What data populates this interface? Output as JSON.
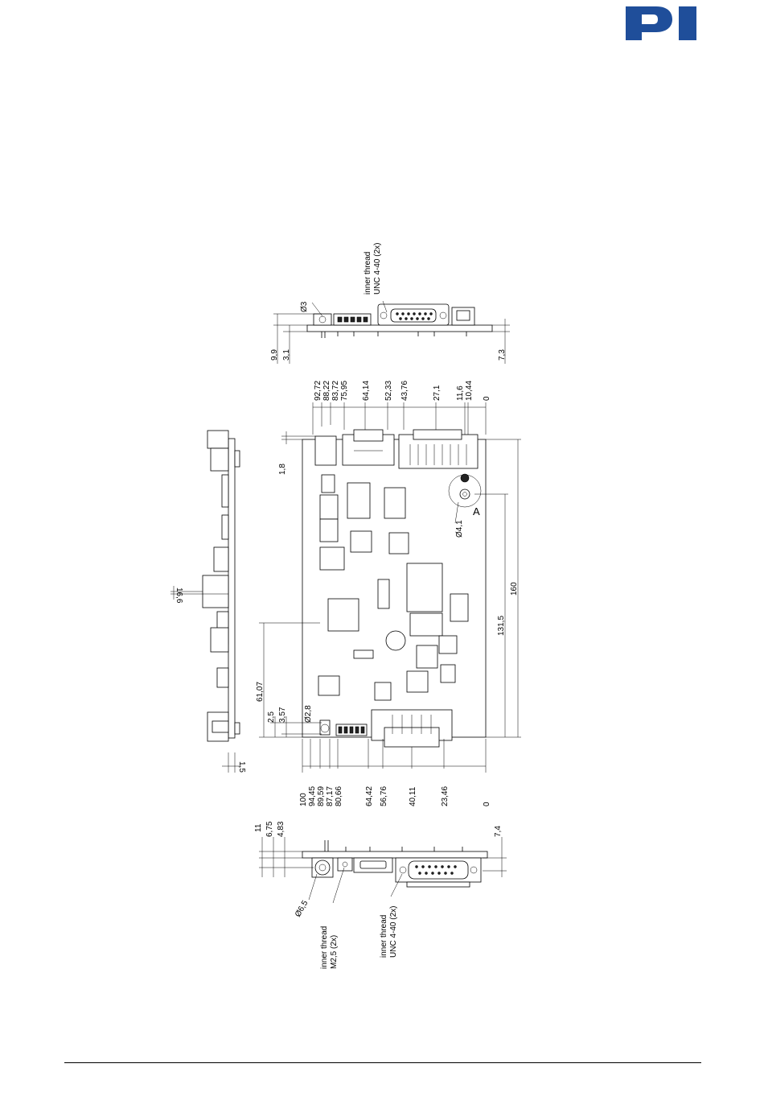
{
  "brand": {
    "logo_text": "PI",
    "color": "#1f4e9a"
  },
  "top_view": {
    "thread_label_1": "inner thread",
    "thread_label_2": "UNC 4-40 (2x)",
    "dims": [
      "9,9",
      "3,1",
      "Ø3",
      "7,3"
    ]
  },
  "main_view": {
    "top_dims": [
      "92,72",
      "88,22",
      "83,72",
      "75,95",
      "64,14",
      "52,33",
      "43,76",
      "27,1",
      "11,6",
      "10,44",
      "0"
    ],
    "bottom_dims": [
      "100",
      "94,45",
      "89,59",
      "87,17",
      "80,66",
      "64,42",
      "56,76",
      "40,11",
      "23,46",
      "0"
    ],
    "left_dims": [
      "1,8",
      "61,07",
      "2,5",
      "3,57",
      "Ø2,8"
    ],
    "right_dims": [
      "131,5",
      "160",
      "Ø4,1"
    ],
    "detail_label": "A"
  },
  "side_view": {
    "dims": [
      "16,6",
      "1,5"
    ]
  },
  "bottom_view": {
    "dims": [
      "11",
      "6,75",
      "4,83",
      "7,4",
      "Ø6,5"
    ],
    "thread_a_1": "inner thread",
    "thread_a_2": "M2,5 (2x)",
    "thread_b_1": "inner thread",
    "thread_b_2": "UNC 4-40 (2x)"
  }
}
